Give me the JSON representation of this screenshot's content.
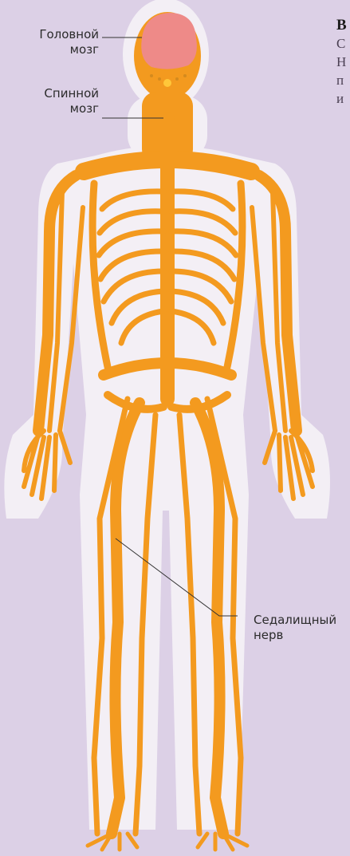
{
  "labels": {
    "brain_line1": "Головной",
    "brain_line2": "мозг",
    "spinal_line1": "Спинной",
    "spinal_line2": "мозг",
    "sciatic_line1": "Седалищный",
    "sciatic_line2": "нерв"
  },
  "side_column": {
    "heading": "В",
    "lines": [
      "С",
      "Н",
      "п",
      "и"
    ]
  },
  "colors": {
    "background": "#dcd0e6",
    "halo": "#f3eff5",
    "nerve": "#f39a1f",
    "brain": "#ee8a88"
  }
}
